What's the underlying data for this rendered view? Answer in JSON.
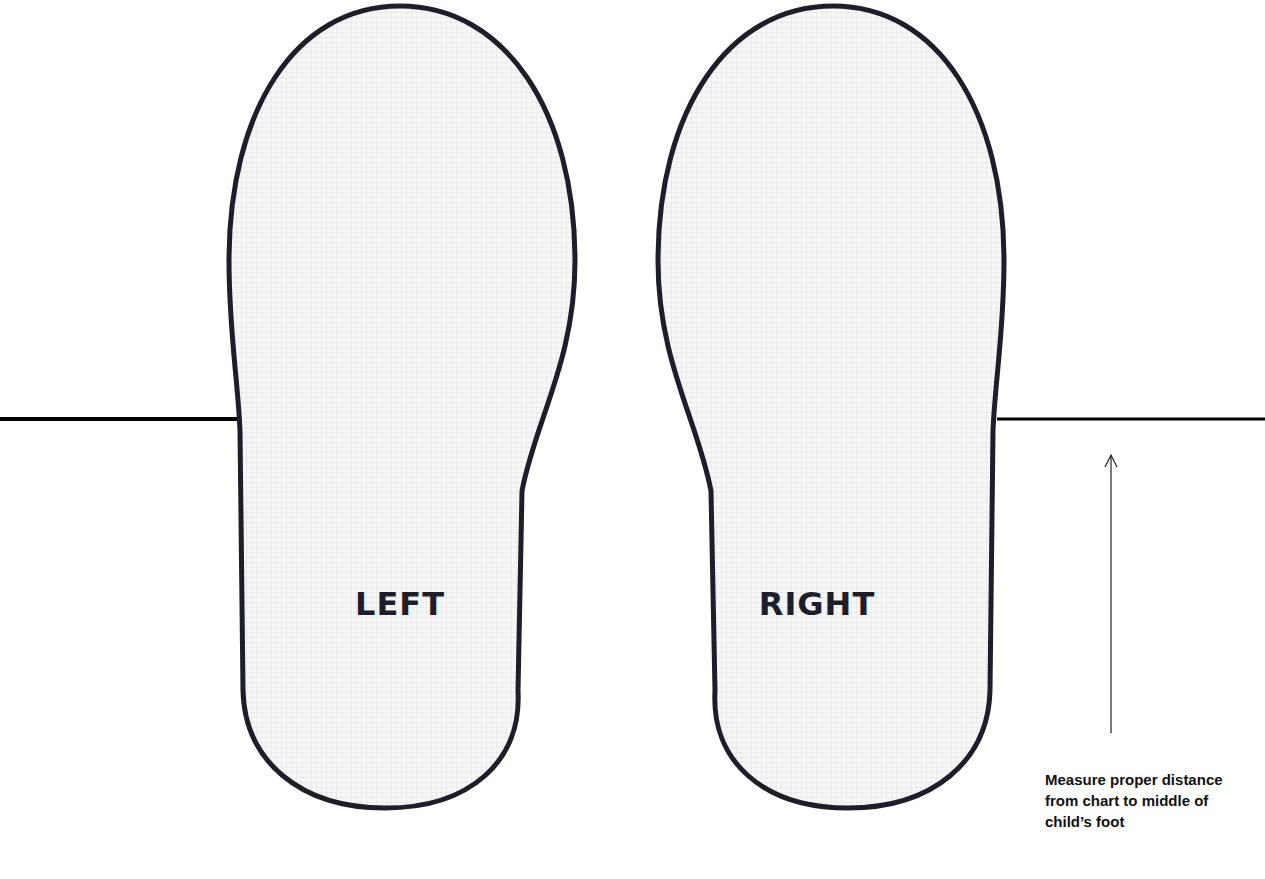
{
  "diagram": {
    "nodes": [
      {
        "text": [
          "LEFT"
        ]
      },
      {
        "text": [
          "RIGHT"
        ]
      }
    ],
    "labels": [
      "Measure proper distance from chart to middle of child’s foot"
    ]
  }
}
